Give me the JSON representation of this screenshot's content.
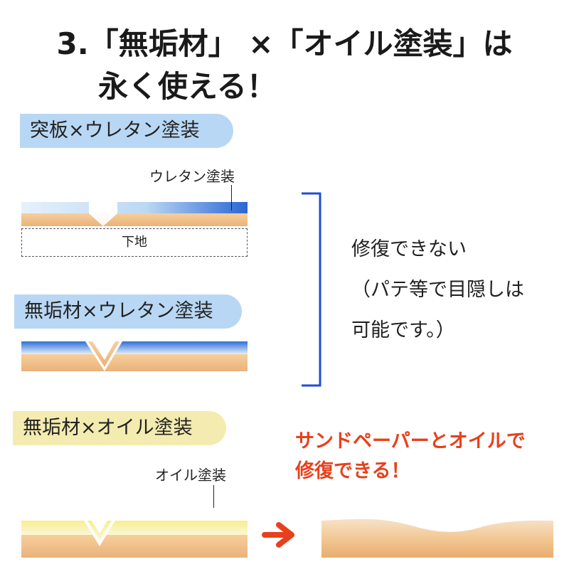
{
  "title": {
    "line1": "3.「無垢材」 ×「オイル塗装」は",
    "line2": "永く使える！"
  },
  "sections": {
    "veneer": {
      "pill": "突板×ウレタン塗装",
      "coat_label": "ウレタン塗装",
      "base_label": "下地"
    },
    "solid_urethane": {
      "pill": "無垢材×ウレタン塗装"
    },
    "solid_oil": {
      "pill": "無垢材×オイル塗装",
      "coat_label": "オイル塗装"
    }
  },
  "bracket_note": {
    "line1": "修復できない",
    "line2": "（パテ等で目隠しは",
    "line3": "可能です。）"
  },
  "repair_note": {
    "line1": "サンドペーパーとオイルで",
    "line2": "修復できる！"
  },
  "colors": {
    "urethane": "#2f6fd6",
    "oil": "#f3e79a",
    "wood": "#f2c08a",
    "bracket": "#1d4fd0",
    "accent": "#e8401c"
  },
  "icons": {
    "arrow": "right-arrow-icon"
  }
}
